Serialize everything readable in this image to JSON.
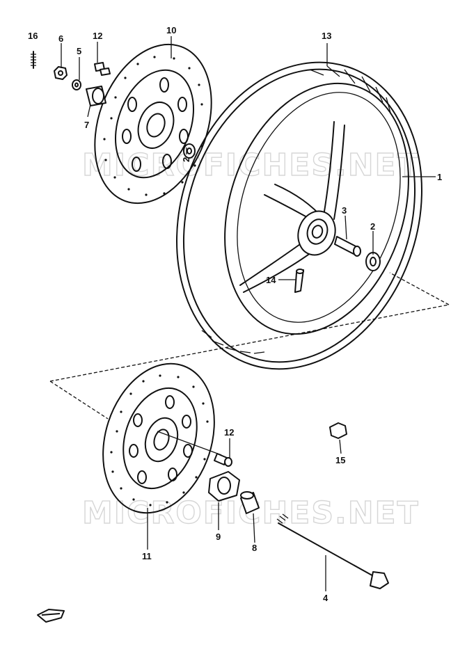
{
  "watermark": {
    "text": "MICROFICHES.NET"
  },
  "parts": [
    {
      "id": "label-1",
      "text": "1"
    },
    {
      "id": "label-2a",
      "text": "2"
    },
    {
      "id": "label-2b",
      "text": "2"
    },
    {
      "id": "label-3",
      "text": "3"
    },
    {
      "id": "label-4",
      "text": "4"
    },
    {
      "id": "label-5",
      "text": "5"
    },
    {
      "id": "label-6",
      "text": "6"
    },
    {
      "id": "label-7",
      "text": "7"
    },
    {
      "id": "label-8",
      "text": "8"
    },
    {
      "id": "label-9",
      "text": "9"
    },
    {
      "id": "label-10",
      "text": "10"
    },
    {
      "id": "label-11",
      "text": "11"
    },
    {
      "id": "label-12a",
      "text": "12"
    },
    {
      "id": "label-12b",
      "text": "12"
    },
    {
      "id": "label-13",
      "text": "13"
    },
    {
      "id": "label-14",
      "text": "14"
    },
    {
      "id": "label-15",
      "text": "15"
    },
    {
      "id": "label-16",
      "text": "16"
    }
  ]
}
